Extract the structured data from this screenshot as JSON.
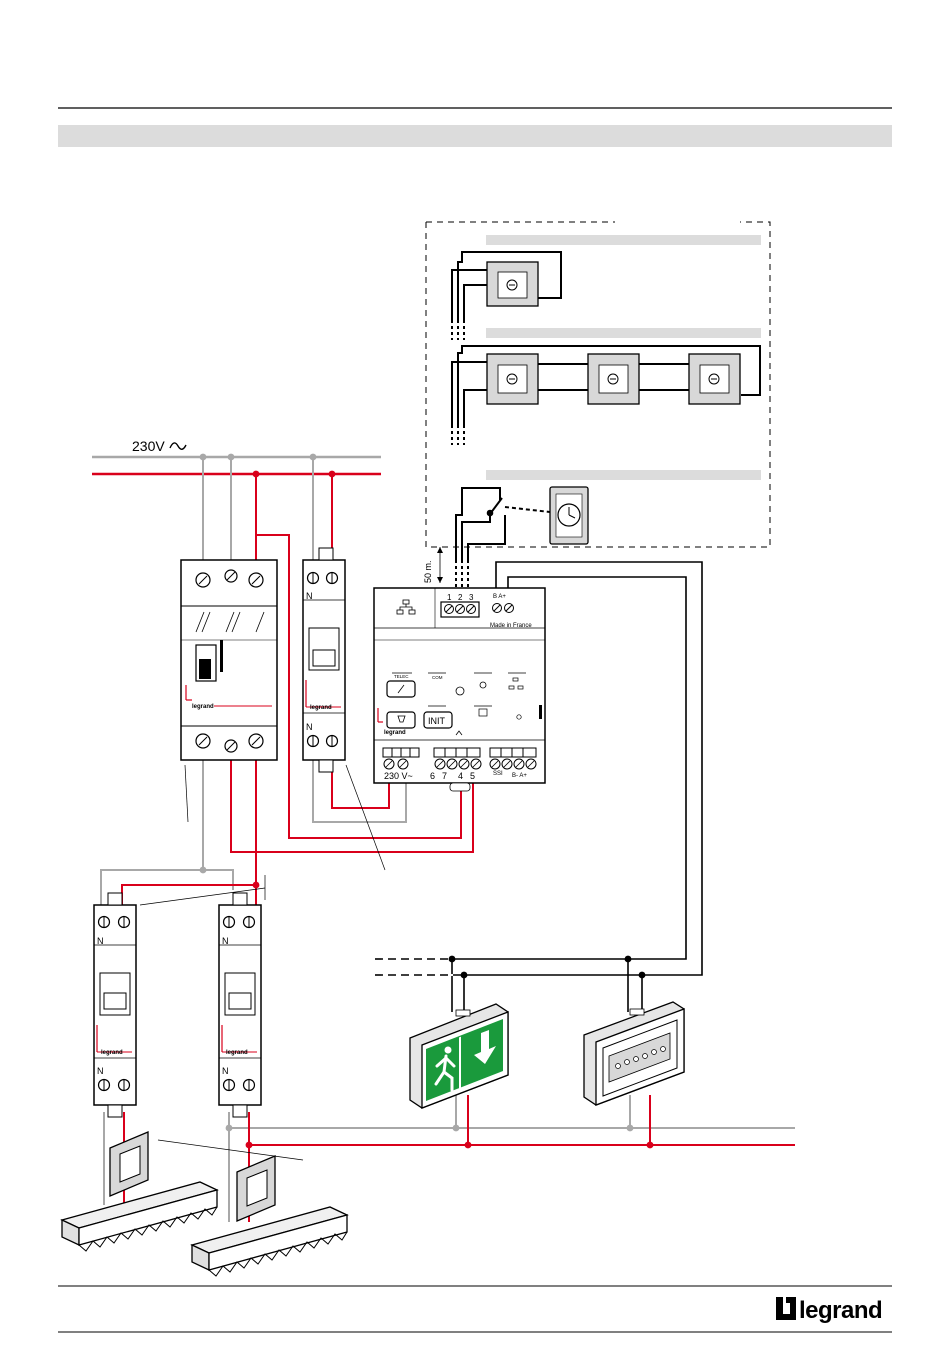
{
  "page": {
    "brand": "legrand",
    "colors": {
      "live": "#d9001b",
      "neutral": "#a8a8a8",
      "title_band": "#dcdcdc",
      "sign_green": "#1a9a3c"
    }
  },
  "supply": {
    "label": "230V"
  },
  "distance": {
    "label": "50 m."
  },
  "central_unit": {
    "terminals_top": [
      "1",
      "2",
      "3"
    ],
    "bus_label_top": "B  A+",
    "made_in": "Made in France",
    "buttons": [
      "TELEC",
      "COM"
    ],
    "init_label": "INIT",
    "bottom_labels": {
      "supply": "230 V~",
      "t6": "6",
      "t7": "7",
      "t4": "4",
      "t5": "5",
      "ssi": "SSI",
      "ba": "B- A+"
    },
    "logo": "legrand"
  },
  "devices": {
    "breaker_logo": "legrand",
    "neutral_mark": "N"
  },
  "icons": [
    "push-button-icon",
    "clock-icon",
    "network-icon",
    "exit-sign-icon",
    "running-man-icon",
    "arrow-down-icon",
    "lamp-icon",
    "legrand-logo-icon"
  ]
}
